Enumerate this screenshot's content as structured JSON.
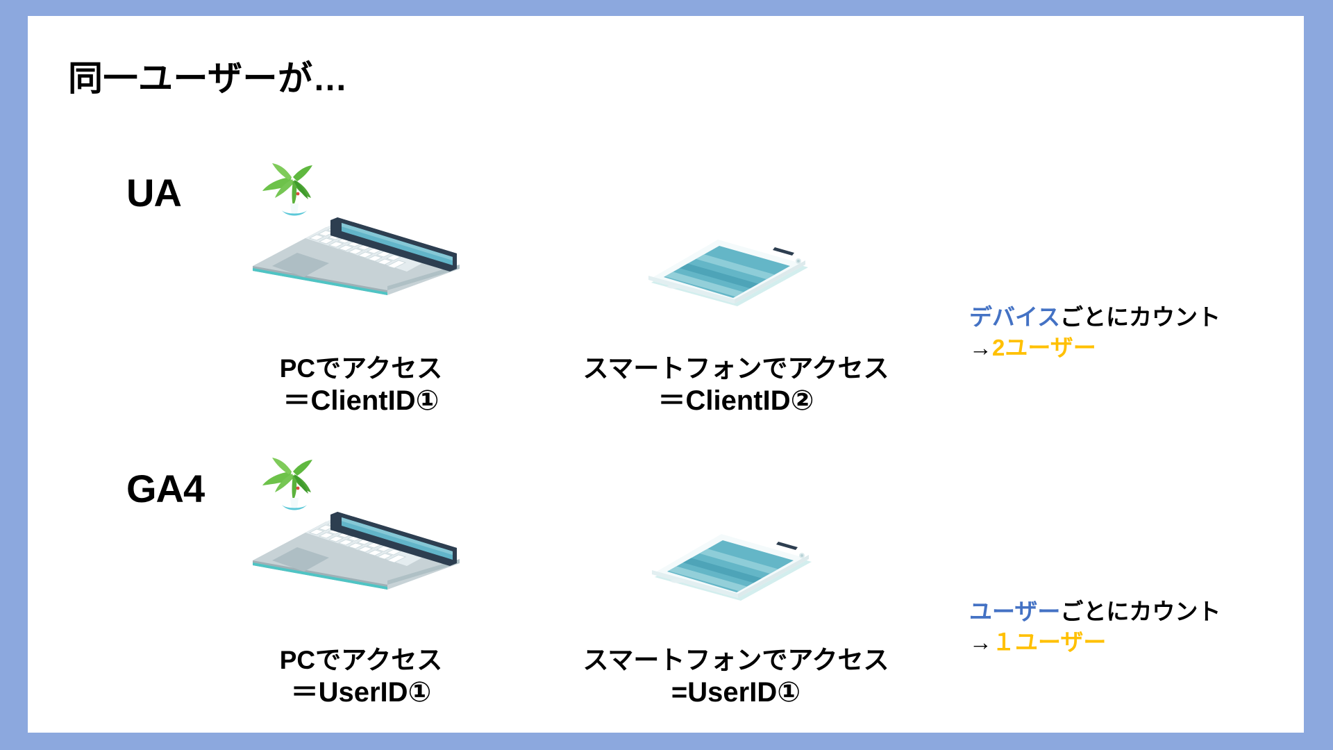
{
  "slide": {
    "title": "同一ユーザーが…",
    "frame_color": "#8CA8DE",
    "canvas_color": "#FFFFFF"
  },
  "sections": [
    {
      "id": "ua",
      "label": "UA",
      "devices": [
        {
          "icon": "laptop-icon",
          "caption_line1": "PCでアクセス",
          "caption_line2": "＝ClientID①"
        },
        {
          "icon": "smartphone-icon",
          "caption_line1": "スマートフォンでアクセス",
          "caption_line2": "＝ClientID②"
        }
      ],
      "annotation": {
        "highlight": "デバイス",
        "rest": "ごとにカウント",
        "arrow": "→",
        "result": "2ユーザー"
      }
    },
    {
      "id": "ga4",
      "label": "GA4",
      "devices": [
        {
          "icon": "laptop-icon",
          "caption_line1": "PCでアクセス",
          "caption_line2": "＝UserID①"
        },
        {
          "icon": "smartphone-icon",
          "caption_line1": "スマートフォンでアクセス",
          "caption_line2": "=UserID①"
        }
      ],
      "annotation": {
        "highlight": "ユーザー",
        "rest": "ごとにカウント",
        "arrow": "→",
        "result": "１ユーザー"
      }
    }
  ],
  "colors": {
    "highlight_blue": "#4472C4",
    "result_gold": "#FFC000",
    "text_black": "#000000",
    "frame_blue": "#8CA8DE",
    "device_bezel": "#2D3E50",
    "device_screen_teal": "#4FA3B8",
    "plant_green": "#55B947"
  }
}
